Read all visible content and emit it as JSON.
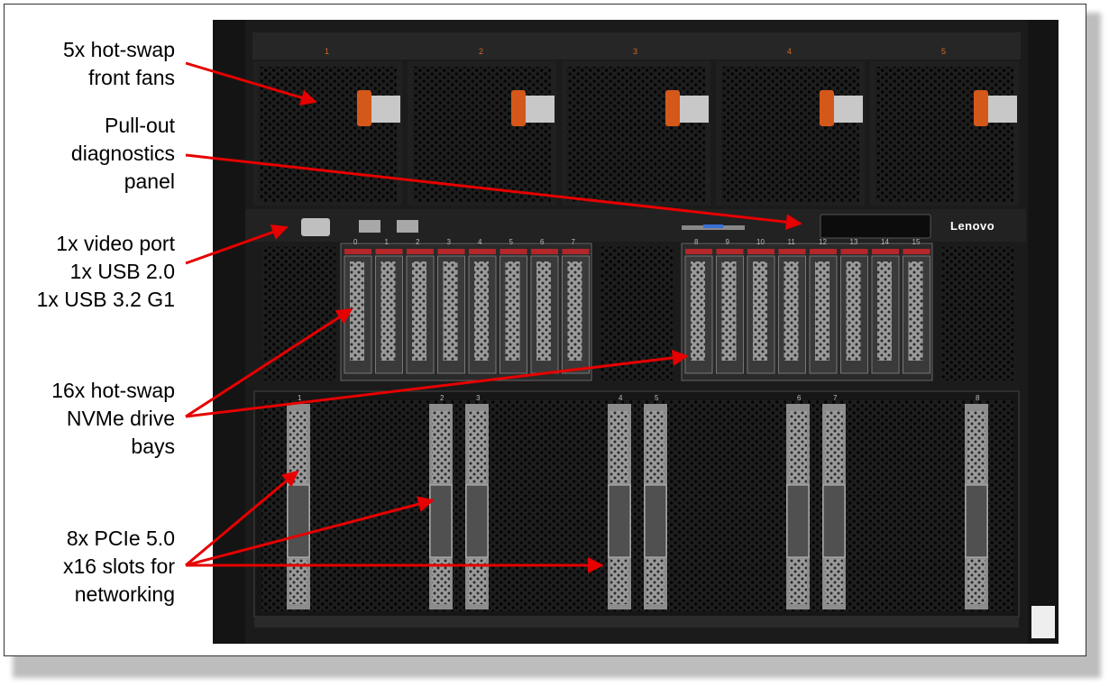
{
  "labels": {
    "fans": [
      "5x hot-swap",
      "front fans"
    ],
    "diag": [
      "Pull-out",
      "diagnostics",
      "panel"
    ],
    "ports": [
      "1x video port",
      "1x USB 2.0",
      "1x USB 3.2 G1"
    ],
    "drives": [
      "16x hot-swap",
      "NVMe drive",
      "bays"
    ],
    "pcie": [
      "8x PCIe 5.0",
      "x16 slots for",
      "networking"
    ]
  },
  "chassis": {
    "brand": "Lenovo",
    "fan_numbers": [
      "1",
      "2",
      "3",
      "4",
      "5"
    ],
    "drive_numbers_left": [
      "0",
      "1",
      "2",
      "3",
      "4",
      "5",
      "6",
      "7"
    ],
    "drive_numbers_right": [
      "8",
      "9",
      "10",
      "11",
      "12",
      "13",
      "14",
      "15"
    ],
    "slot_numbers": [
      "1",
      "2",
      "3",
      "4",
      "5",
      "6",
      "7",
      "8"
    ]
  },
  "colors": {
    "arrow": "#e60000",
    "fan_tab": "#d4581a",
    "chassis": "#1b1b1b"
  }
}
